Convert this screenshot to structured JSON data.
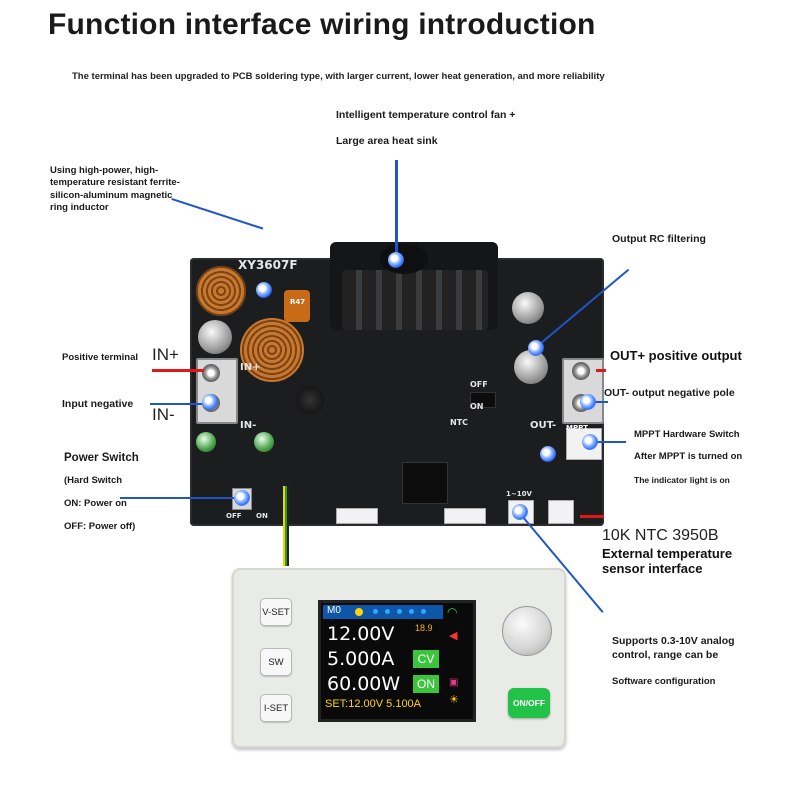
{
  "title": "Function interface wiring introduction",
  "subtitle": "The terminal has been upgraded to PCB soldering type, with larger current, lower heat generation, and more reliability",
  "labels": {
    "fan_line1": "Intelligent temperature control fan +",
    "fan_line2": "Large area heat sink",
    "inductor": "Using high-power, high-temperature resistant ferrite-silicon-aluminum magnetic ring inductor",
    "output_rc": "Output RC filtering",
    "positive_terminal": "Positive terminal",
    "input_negative": "Input negative",
    "in_plus": "IN+",
    "in_minus": "IN-",
    "out_plus": "OUT+ positive output",
    "out_minus": "OUT- output negative pole",
    "mppt_switch": "MPPT Hardware Switch",
    "mppt_on": "After MPPT is turned on",
    "indicator": "The indicator light is on",
    "power_switch": "Power Switch",
    "hard_switch": "(Hard Switch",
    "power_on": "ON: Power on",
    "power_off": "OFF: Power off)",
    "ntc": "10K NTC 3950B",
    "ext_temp1": "External temperature",
    "ext_temp2": "sensor interface",
    "analog1": "Supports 0.3-10V analog",
    "analog2": "control, range can be",
    "software": "Software configuration"
  },
  "board": {
    "model": "XY3607F",
    "silk_in_plus": "IN+",
    "silk_in_minus": "IN-",
    "silk_out_minus": "OUT-",
    "silk_off": "OFF",
    "silk_on": "ON",
    "silk_mppt": "MPPT",
    "silk_ntc": "NTC",
    "silk_range": "1~10V",
    "silk_off2": "OFF",
    "silk_on2": "ON",
    "cap_text": "R47"
  },
  "controller": {
    "buttons": {
      "vset": "V-SET",
      "sw": "SW",
      "iset": "I-SET",
      "onoff": "ON/OFF"
    },
    "screen": {
      "mode": "M0",
      "voltage": "12.00V",
      "current": "5.000A",
      "power": "60.00W",
      "temp": "18.9",
      "cv": "CV",
      "on": "ON",
      "set": "SET:12.00V 5.100A"
    }
  },
  "colors": {
    "accent_line": "#1f55c8",
    "wire_red": "#e01818",
    "onoff_green": "#22c248"
  }
}
